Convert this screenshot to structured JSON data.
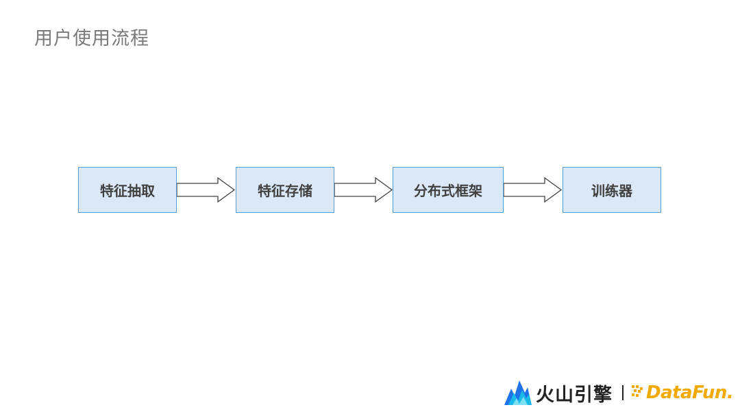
{
  "slide": {
    "title": "用户使用流程"
  },
  "flowchart": {
    "nodes": [
      {
        "label": "特征抽取"
      },
      {
        "label": "特征存储"
      },
      {
        "label": "分布式框架"
      },
      {
        "label": "训练器"
      }
    ]
  },
  "footer": {
    "brand_name": "火山引擎",
    "partner_name": "DataFun.",
    "colors": {
      "logo_blue": "#1e73e8",
      "logo_cyan": "#19c2e6",
      "partner_yellow": "#f2a900"
    }
  },
  "colors": {
    "node_fill": "#dae8f7",
    "node_border": "#5b9bd5",
    "title_text": "#7a7a7a"
  }
}
